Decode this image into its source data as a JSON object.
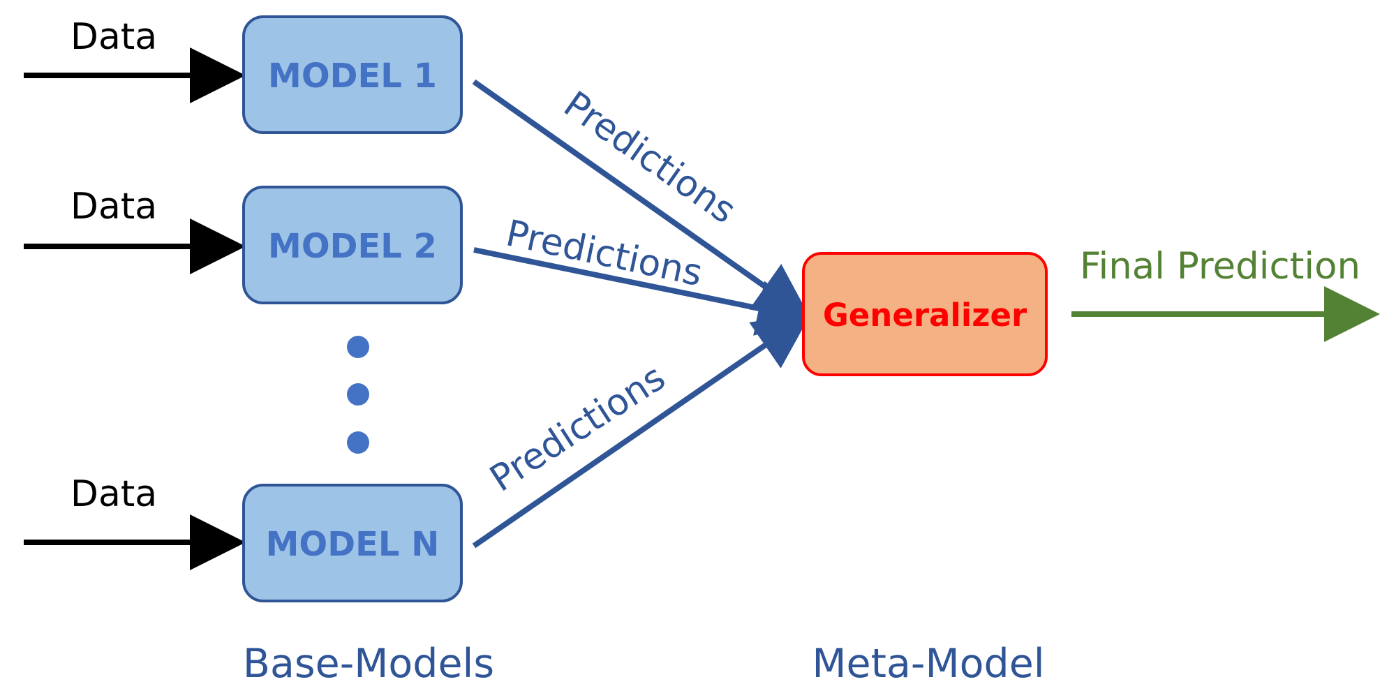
{
  "inputs": [
    {
      "label": "Data"
    },
    {
      "label": "Data"
    },
    {
      "label": "Data"
    }
  ],
  "models": [
    {
      "label": "MODEL 1"
    },
    {
      "label": "MODEL 2"
    },
    {
      "label": "MODEL N"
    }
  ],
  "predictions": [
    {
      "label": "Predictions"
    },
    {
      "label": "Predictions"
    },
    {
      "label": "Predictions"
    }
  ],
  "meta": {
    "label": "Generalizer"
  },
  "output": {
    "label": "Final Prediction"
  },
  "captions": {
    "base": "Base-Models",
    "meta": "Meta-Model"
  },
  "colors": {
    "model_fill": "#9dc3e6",
    "model_stroke": "#2f5597",
    "model_text": "#4472c4",
    "prediction_arrow": "#2f5597",
    "generalizer_fill": "#f4b183",
    "generalizer_stroke": "#ff0000",
    "generalizer_text": "#ff0000",
    "output_arrow": "#548235",
    "input_arrow": "#000000",
    "dots": "#4472c4"
  }
}
